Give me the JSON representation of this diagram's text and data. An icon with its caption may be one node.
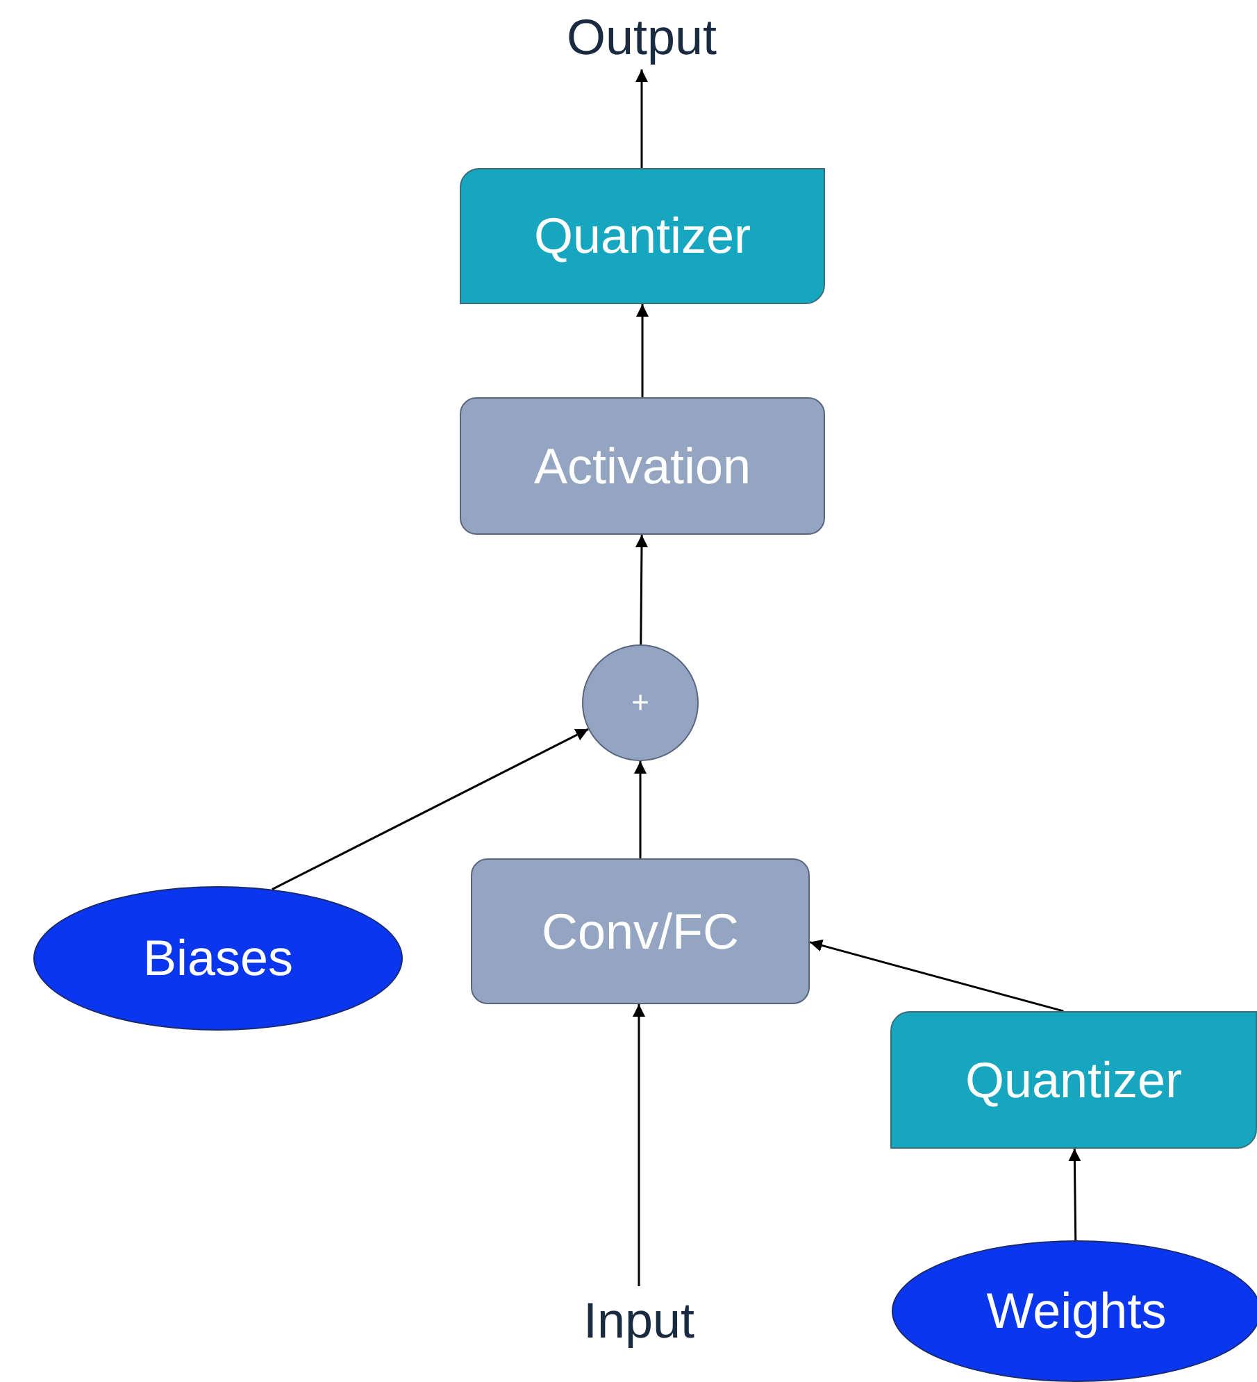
{
  "diagram": {
    "nodes": [
      {
        "text": [
          "Output"
        ]
      },
      {
        "text": [
          "Quantizer"
        ]
      },
      {
        "text": [
          "Activation"
        ]
      },
      {
        "text": [
          "+"
        ]
      },
      {
        "text": [
          "Conv/FC"
        ]
      },
      {
        "text": [
          "Biases"
        ]
      },
      {
        "text": [
          "Quantizer"
        ]
      },
      {
        "text": [
          "Input"
        ]
      },
      {
        "text": [
          "Weights"
        ]
      }
    ],
    "edges": [
      {
        "from": 1,
        "to": 0,
        "arrow": "to"
      },
      {
        "from": 2,
        "to": 1,
        "arrow": "to"
      },
      {
        "from": 3,
        "to": 2,
        "arrow": "to"
      },
      {
        "from": 4,
        "to": 3,
        "arrow": "to"
      },
      {
        "from": 5,
        "to": 3,
        "arrow": "to"
      },
      {
        "from": 6,
        "to": 4,
        "arrow": "to"
      },
      {
        "from": 7,
        "to": 4,
        "arrow": "to"
      },
      {
        "from": 8,
        "to": 6,
        "arrow": "to"
      }
    ]
  }
}
